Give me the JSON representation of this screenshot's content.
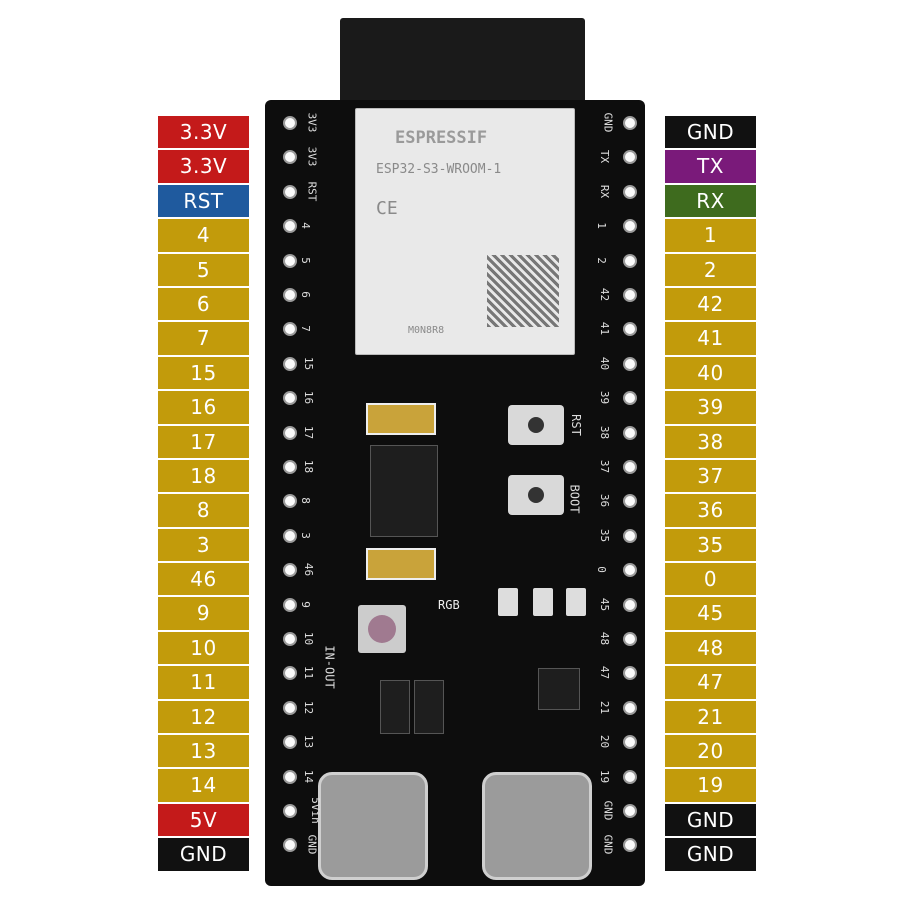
{
  "left_pins": [
    {
      "label": "3.3V",
      "color": "#c41a1a"
    },
    {
      "label": "3.3V",
      "color": "#c41a1a"
    },
    {
      "label": "RST",
      "color": "#1f5a9e"
    },
    {
      "label": "4",
      "color": "#c29b0b"
    },
    {
      "label": "5",
      "color": "#c29b0b"
    },
    {
      "label": "6",
      "color": "#c29b0b"
    },
    {
      "label": "7",
      "color": "#c29b0b"
    },
    {
      "label": "15",
      "color": "#c29b0b"
    },
    {
      "label": "16",
      "color": "#c29b0b"
    },
    {
      "label": "17",
      "color": "#c29b0b"
    },
    {
      "label": "18",
      "color": "#c29b0b"
    },
    {
      "label": "8",
      "color": "#c29b0b"
    },
    {
      "label": "3",
      "color": "#c29b0b"
    },
    {
      "label": "46",
      "color": "#c29b0b"
    },
    {
      "label": "9",
      "color": "#c29b0b"
    },
    {
      "label": "10",
      "color": "#c29b0b"
    },
    {
      "label": "11",
      "color": "#c29b0b"
    },
    {
      "label": "12",
      "color": "#c29b0b"
    },
    {
      "label": "13",
      "color": "#c29b0b"
    },
    {
      "label": "14",
      "color": "#c29b0b"
    },
    {
      "label": "5V",
      "color": "#c41a1a"
    },
    {
      "label": "GND",
      "color": "#111111"
    }
  ],
  "right_pins": [
    {
      "label": "GND",
      "color": "#111111"
    },
    {
      "label": "TX",
      "color": "#7a1a7a"
    },
    {
      "label": "RX",
      "color": "#3e6b1e"
    },
    {
      "label": "1",
      "color": "#c29b0b"
    },
    {
      "label": "2",
      "color": "#c29b0b"
    },
    {
      "label": "42",
      "color": "#c29b0b"
    },
    {
      "label": "41",
      "color": "#c29b0b"
    },
    {
      "label": "40",
      "color": "#c29b0b"
    },
    {
      "label": "39",
      "color": "#c29b0b"
    },
    {
      "label": "38",
      "color": "#c29b0b"
    },
    {
      "label": "37",
      "color": "#c29b0b"
    },
    {
      "label": "36",
      "color": "#c29b0b"
    },
    {
      "label": "35",
      "color": "#c29b0b"
    },
    {
      "label": "0",
      "color": "#c29b0b"
    },
    {
      "label": "45",
      "color": "#c29b0b"
    },
    {
      "label": "48",
      "color": "#c29b0b"
    },
    {
      "label": "47",
      "color": "#c29b0b"
    },
    {
      "label": "21",
      "color": "#c29b0b"
    },
    {
      "label": "20",
      "color": "#c29b0b"
    },
    {
      "label": "19",
      "color": "#c29b0b"
    },
    {
      "label": "GND",
      "color": "#111111"
    },
    {
      "label": "GND",
      "color": "#111111"
    }
  ],
  "board_silk_left": [
    "3V3",
    "3V3",
    "RST",
    "4",
    "5",
    "6",
    "7",
    "15",
    "16",
    "17",
    "18",
    "8",
    "3",
    "46",
    "9",
    "10",
    "11",
    "12",
    "13",
    "14",
    "5Vin",
    "GND"
  ],
  "board_silk_right": [
    "GND",
    "TX",
    "RX",
    "1",
    "2",
    "42",
    "41",
    "40",
    "39",
    "38",
    "37",
    "36",
    "35",
    "0",
    "45",
    "48",
    "47",
    "21",
    "20",
    "19",
    "GND",
    "GND"
  ],
  "module": {
    "brand": "ESPRESSIF",
    "model": "ESP32-S3-WROOM-1",
    "ce_mark": "CE",
    "code": "M0N8R8"
  },
  "board_text": {
    "rst_button": "RST",
    "boot_button": "BOOT",
    "rgb_led": "RGB",
    "in_out": "IN-OUT"
  }
}
